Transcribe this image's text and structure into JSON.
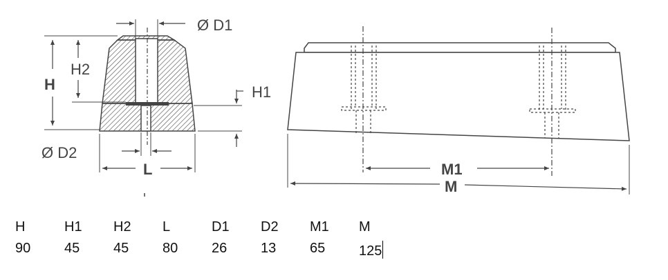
{
  "labels": {
    "h": "H",
    "h1": "H1",
    "h2": "H2",
    "d1": "Ø D1",
    "d2": "Ø D2",
    "l": "L",
    "m1": "M1",
    "m": "M"
  },
  "table": {
    "headers": [
      "H",
      "H1",
      "H2",
      "L",
      "D1",
      "D2",
      "M1",
      "M"
    ],
    "values": [
      "90",
      "45",
      "45",
      "80",
      "26",
      "13",
      "65",
      "125"
    ]
  }
}
